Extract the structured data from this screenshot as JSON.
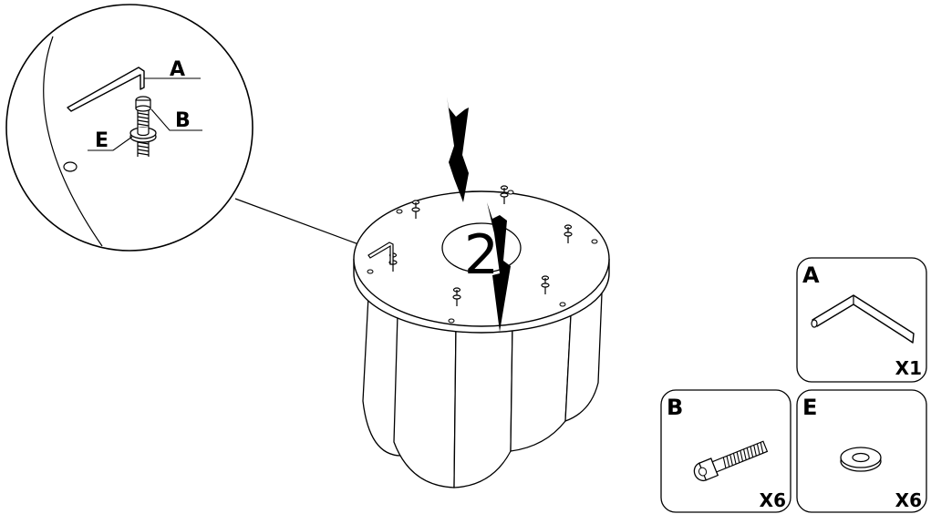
{
  "step_number": "2",
  "callout": {
    "labels": [
      "A",
      "B",
      "E"
    ]
  },
  "parts": [
    {
      "letter": "A",
      "quantity": "X1",
      "icon": "allen-key-icon"
    },
    {
      "letter": "B",
      "quantity": "X6",
      "icon": "bolt-icon"
    },
    {
      "letter": "E",
      "quantity": "X6",
      "icon": "washer-icon"
    }
  ]
}
